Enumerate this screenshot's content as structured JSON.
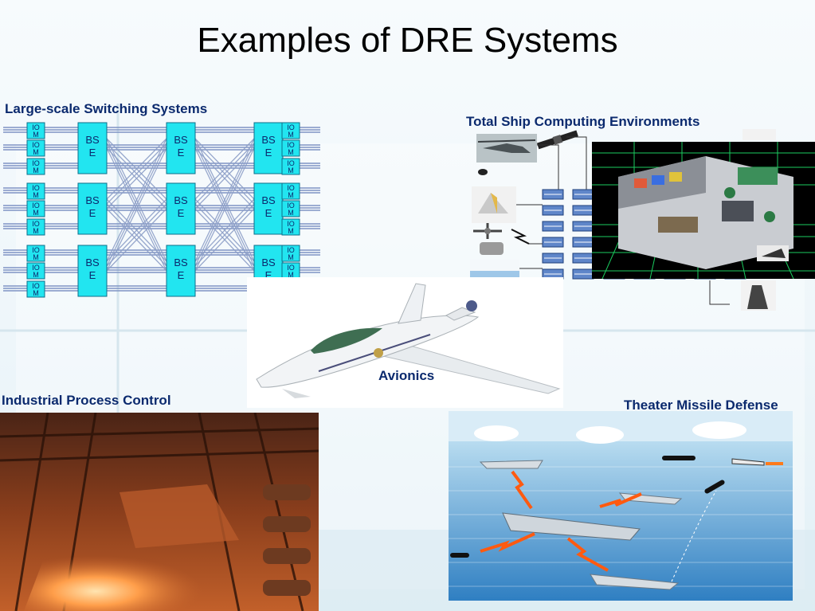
{
  "slide": {
    "title": "Examples of DRE Systems"
  },
  "captions": {
    "switching": "Large-scale Switching Systems",
    "ship": "Total Ship Computing Environments",
    "avionics": "Avionics",
    "industrial": "Industrial Process Control",
    "missile": "Theater Missile Defense"
  },
  "switching_diagram": {
    "bse_label_line1": "BS",
    "bse_label_line2": "E",
    "iom_label_line1": "IO",
    "iom_label_line2": "M",
    "bse_color": "#22e5f0",
    "iom_color": "#22e5f0"
  },
  "colors": {
    "caption": "#0b2a6e",
    "title": "#000000"
  }
}
